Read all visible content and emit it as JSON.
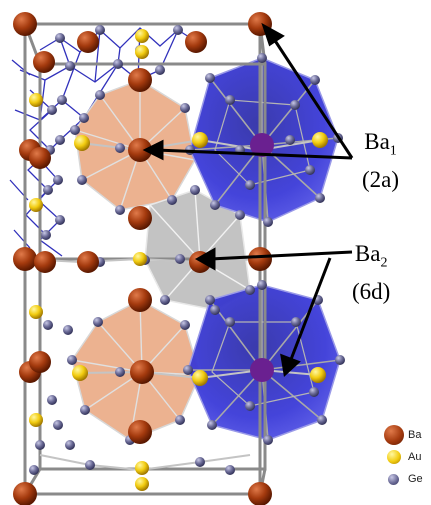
{
  "callouts": {
    "ba1": {
      "main": "Ba",
      "sub": "1",
      "site": "(2a)"
    },
    "ba2": {
      "main": "Ba",
      "sub": "2",
      "site": "(6d)"
    }
  },
  "legend": [
    {
      "label": "Ba",
      "color": "#a43a0e"
    },
    {
      "label": "Au",
      "color": "#f2cc10"
    },
    {
      "label": "Ge",
      "color": "#6a6a96"
    }
  ],
  "colors": {
    "frame": "#8a8a8a",
    "bond": "#c4c4c4",
    "network": "#1b1bb4",
    "polyhedron_ba1": "#3a3ad8",
    "polyhedron_ba2": "#e9a47d",
    "polyhedron_gray": "#bdbdbd"
  }
}
